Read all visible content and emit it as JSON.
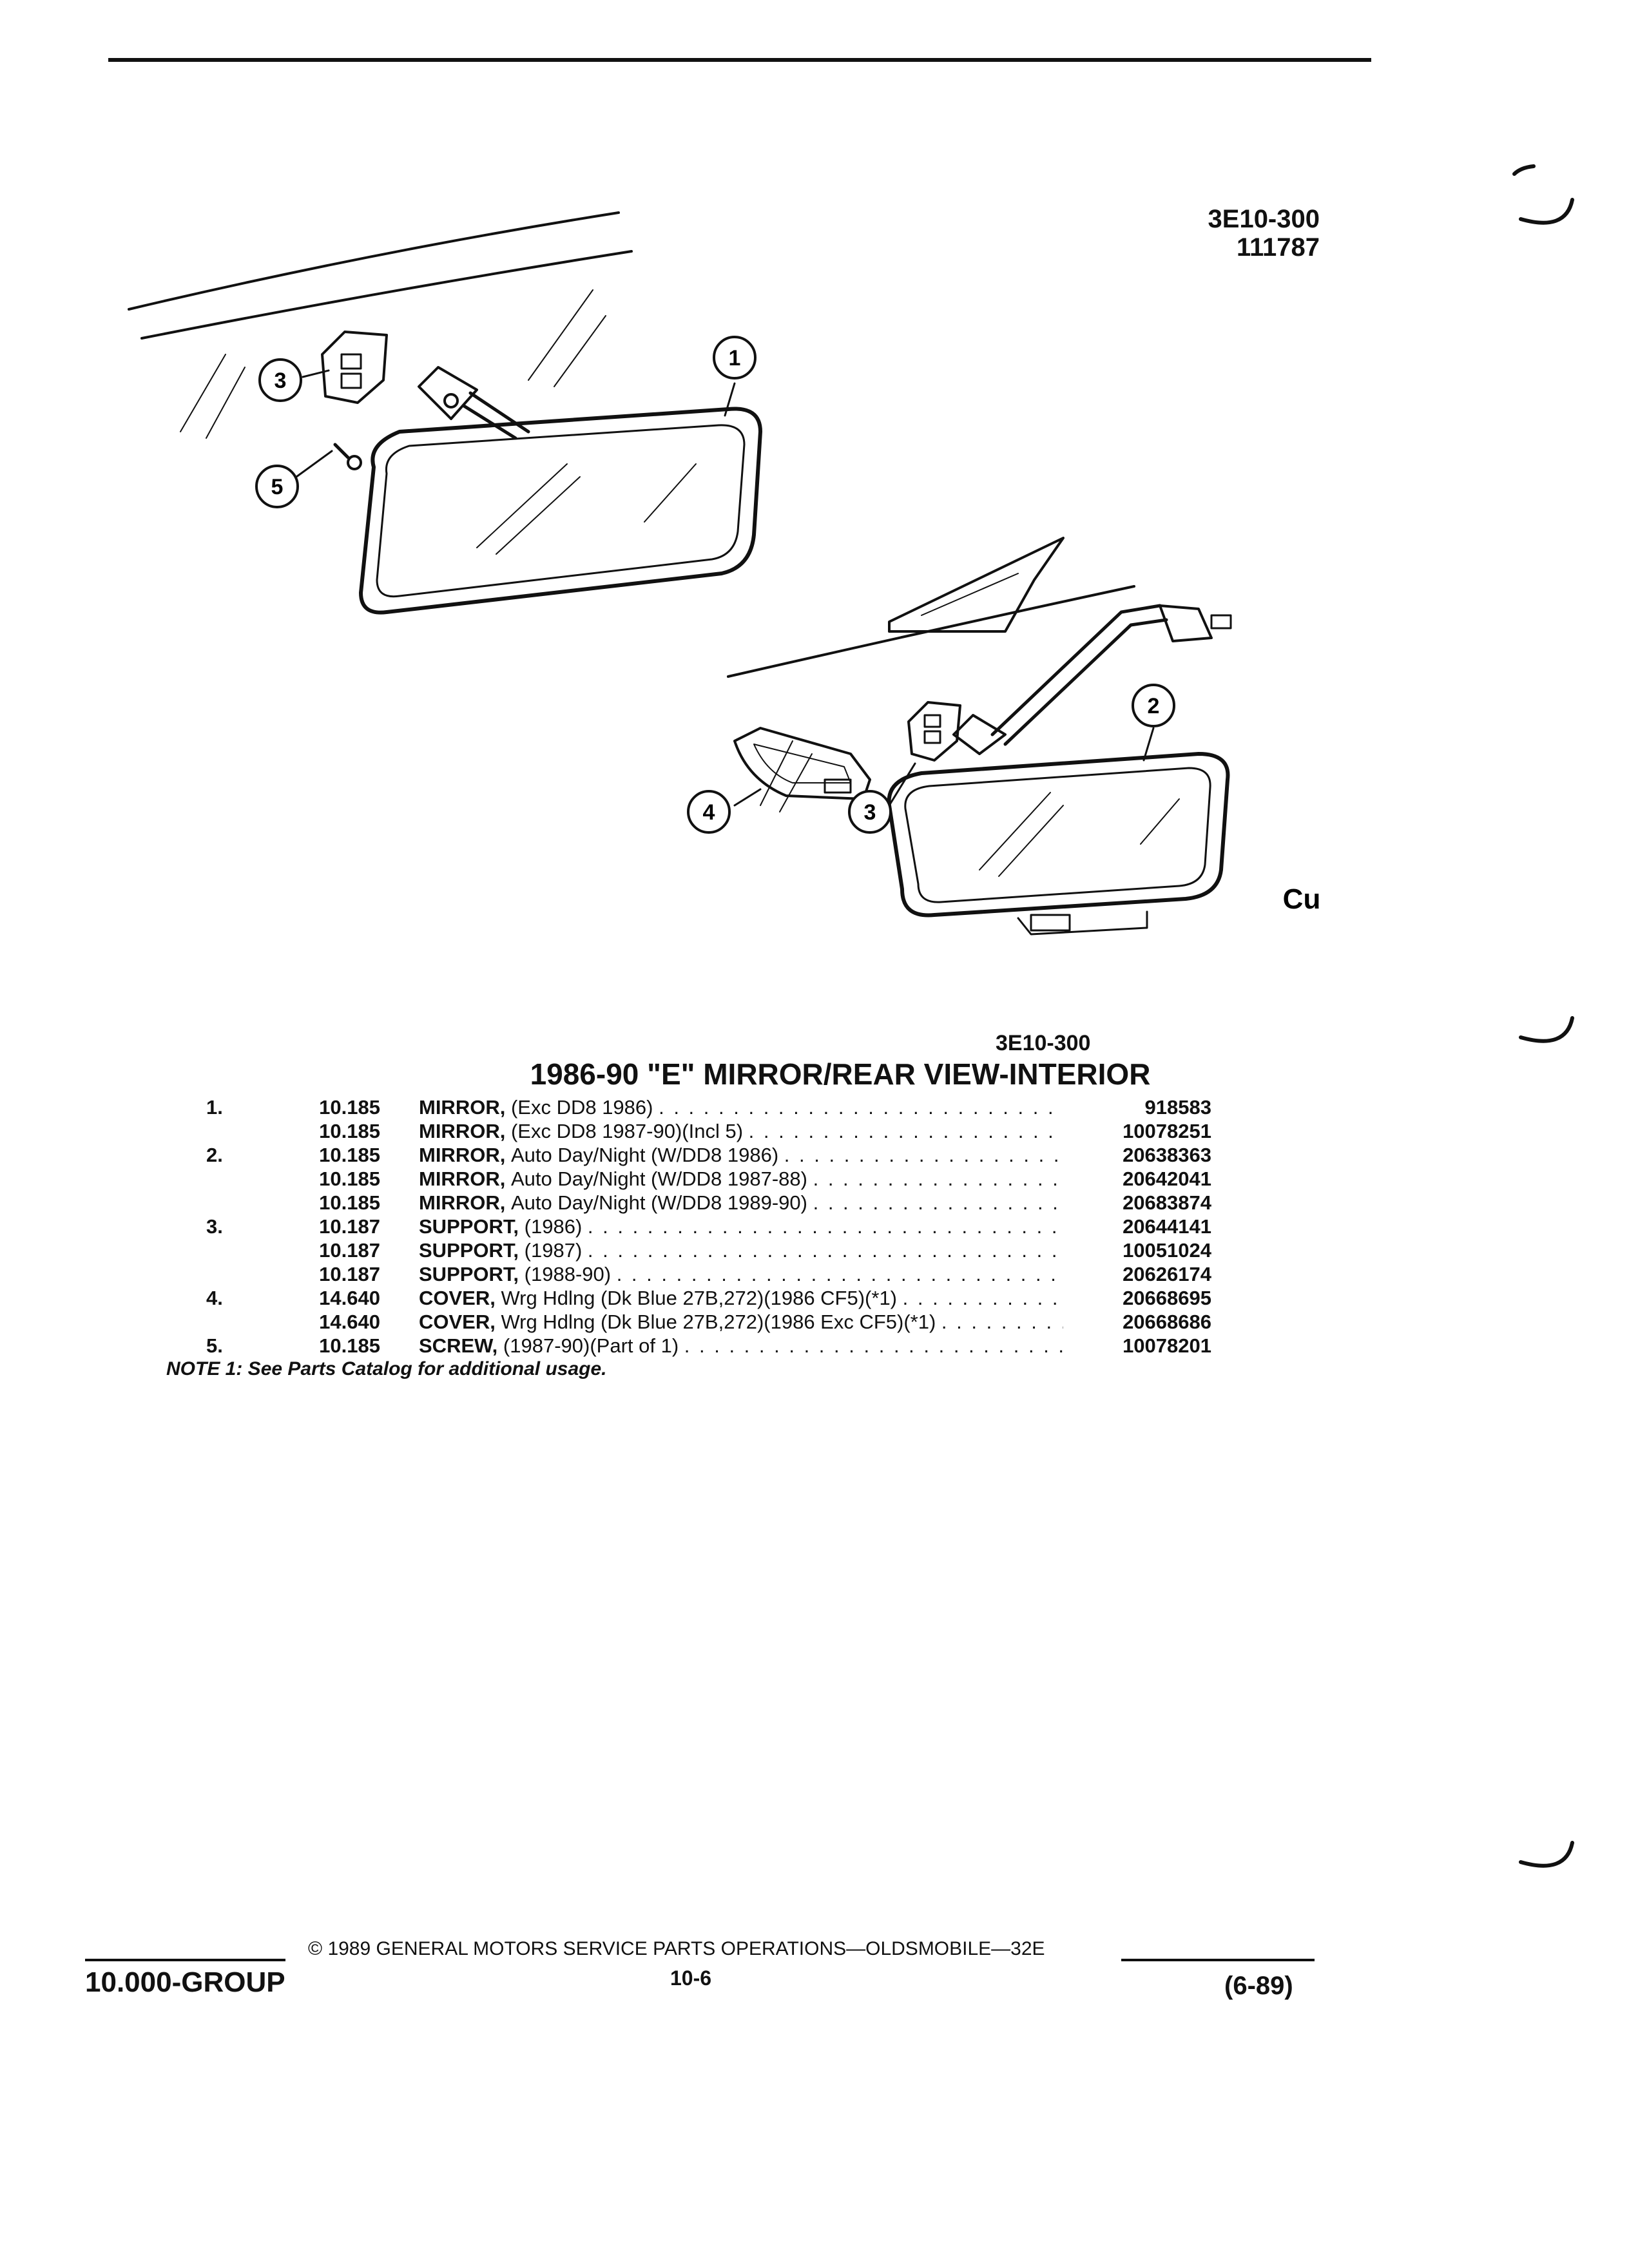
{
  "header": {
    "codes": [
      "3E10-300",
      "111787"
    ]
  },
  "illustration": {
    "code": "3E10-300",
    "callouts": [
      "1",
      "2",
      "3",
      "3",
      "4",
      "5"
    ],
    "mark": "Cu"
  },
  "section": {
    "title": "1986-90 \"E\" MIRROR/REAR VIEW-INTERIOR"
  },
  "parts": [
    {
      "num": "1.",
      "group": "10.185",
      "name": "MIRROR,",
      "qual": "(Exc DD8 1986)",
      "pn": "918583"
    },
    {
      "num": "",
      "group": "10.185",
      "name": "MIRROR,",
      "qual": "(Exc DD8 1987-90)(Incl 5)",
      "pn": "10078251"
    },
    {
      "num": "2.",
      "group": "10.185",
      "name": "MIRROR,",
      "qual": "Auto Day/Night (W/DD8 1986)",
      "pn": "20638363"
    },
    {
      "num": "",
      "group": "10.185",
      "name": "MIRROR,",
      "qual": "Auto Day/Night (W/DD8 1987-88)",
      "pn": "20642041"
    },
    {
      "num": "",
      "group": "10.185",
      "name": "MIRROR,",
      "qual": "Auto Day/Night (W/DD8 1989-90)",
      "pn": "20683874"
    },
    {
      "num": "3.",
      "group": "10.187",
      "name": "SUPPORT,",
      "qual": "(1986)",
      "pn": "20644141"
    },
    {
      "num": "",
      "group": "10.187",
      "name": "SUPPORT,",
      "qual": "(1987)",
      "pn": "10051024"
    },
    {
      "num": "",
      "group": "10.187",
      "name": "SUPPORT,",
      "qual": "(1988-90)",
      "pn": "20626174"
    },
    {
      "num": "4.",
      "group": "14.640",
      "name": "COVER,",
      "qual": "Wrg Hdlng (Dk Blue 27B,272)(1986 CF5)(*1)",
      "pn": "20668695"
    },
    {
      "num": "",
      "group": "14.640",
      "name": "COVER,",
      "qual": "Wrg Hdlng (Dk Blue 27B,272)(1986 Exc CF5)(*1)",
      "pn": "20668686"
    },
    {
      "num": "5.",
      "group": "10.185",
      "name": "SCREW,",
      "qual": "(1987-90)(Part of 1)",
      "pn": "10078201"
    }
  ],
  "note": "NOTE 1: See Parts Catalog for additional usage.",
  "footer": {
    "group": "10.000-GROUP",
    "copyright": "© 1989 GENERAL MOTORS SERVICE PARTS OPERATIONS—OLDSMOBILE—32E",
    "page": "10-6",
    "date": "(6-89)"
  }
}
